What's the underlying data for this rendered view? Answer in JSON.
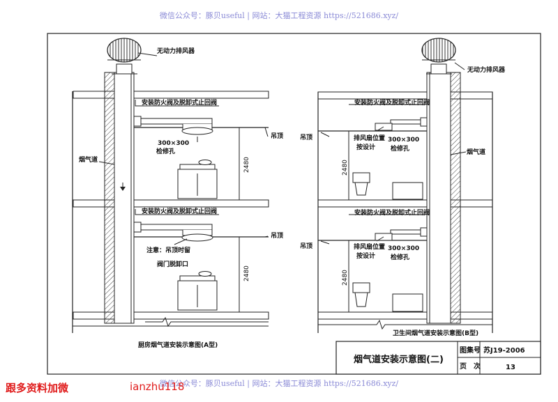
{
  "watermark_top": "微信公众号：豚贝useful | 网站：大猫工程资源 https://521686.xyz/",
  "watermark_bottom": "微信公众号：豚贝useful | 网站：大猫工程资源 https://521686.xyz/",
  "footer": {
    "promo": "跟多资料加微",
    "handle": "ianzhu118"
  },
  "left": {
    "fan": "无动力排风器",
    "valve_upper": "安装防火阀及脱卸式止回阀",
    "valve_lower": "安装防火阀及脱卸式止回阀",
    "access_size": "300×300",
    "access_hole": "检修孔",
    "ceiling_upper": "吊顶",
    "ceiling_lower": "吊顶",
    "flue": "烟气道",
    "dim_upper": "2480",
    "dim_lower": "2480",
    "note_line1": "注意：吊顶时留",
    "note_line2": "阀门脱卸口",
    "caption": "厨房烟气道安装示意图(A型)"
  },
  "right": {
    "fan": "无动力排风器",
    "valve_upper": "安装防火阀及脱卸式止回阀",
    "valve_lower": "安装防火阀及脱卸式止回阀",
    "fan_pos_line1": "排风扇位置",
    "fan_pos_line2": "按设计",
    "fan_pos_lower_line1": "排风扇位置",
    "fan_pos_lower_line2": "按设计",
    "access_size": "300×300",
    "access_hole": "检修孔",
    "ceiling_upper": "吊顶",
    "ceiling_lower": "吊顶",
    "flue": "烟气道",
    "dim_upper": "2480",
    "dim_lower": "2480",
    "caption": "卫生间烟气道安装示意图(B型)"
  },
  "title_block": {
    "title": "烟气道安装示意图(二)",
    "atlas_label": "图集号",
    "atlas_value": "苏J19-2006",
    "page_label": "页　次",
    "page_value": "13"
  }
}
